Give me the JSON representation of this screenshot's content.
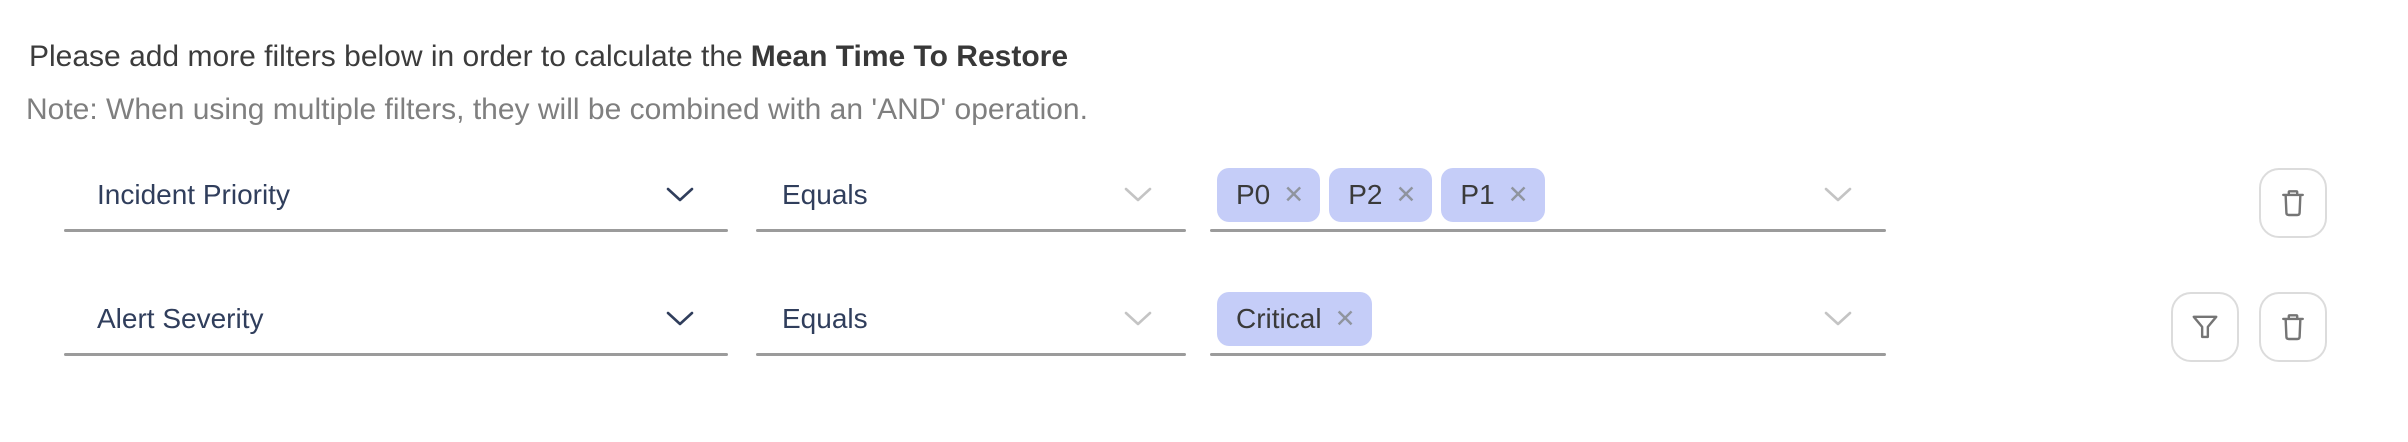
{
  "header": {
    "prefix": "Please add more filters below in order to calculate the",
    "metric": "Mean Time To Restore"
  },
  "note": "Note: When using multiple filters, they will be combined with an 'AND' operation.",
  "glyphs": {
    "remove": "✕"
  },
  "colors": {
    "tag_background": "#c5cdf8",
    "field_label_text": "#303e5c",
    "underline": "#9b9b9b",
    "note_text": "#7f7f7f",
    "header_text": "#3c3c3c",
    "icon_gray": "#757575",
    "button_border": "#dcdcdc",
    "light_chevron": "#c4c4c4"
  },
  "rows": [
    {
      "field": "Incident Priority",
      "operator": "Equals",
      "values": [
        "P0",
        "P2",
        "P1"
      ]
    },
    {
      "field": "Alert Severity",
      "operator": "Equals",
      "values": [
        "Critical"
      ]
    }
  ]
}
